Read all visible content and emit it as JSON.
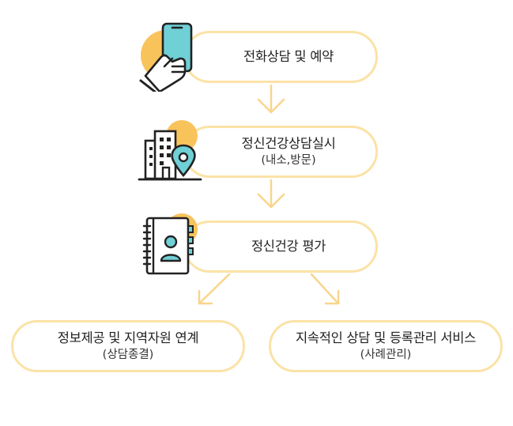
{
  "steps": [
    {
      "label": "전화상담 및 예약",
      "icon": "phone-hand-icon"
    },
    {
      "label": "정신건강상담실시",
      "sublabel": "(내소,방문)",
      "icon": "building-location-icon"
    },
    {
      "label": "정신건강 평가",
      "icon": "contact-book-icon"
    }
  ],
  "outcomes": [
    {
      "label": "정보제공 및 지역자원 연계",
      "sublabel": "(상담종결)"
    },
    {
      "label": "지속적인 상담 및 등록관리 서비스",
      "sublabel": "(사례관리)"
    }
  ],
  "colors": {
    "accent": "#f9c35c",
    "pill_border": "#fbe2a6",
    "arrow": "#f9d58c",
    "icon_teal": "#6fd0d6",
    "outline": "#222222"
  }
}
